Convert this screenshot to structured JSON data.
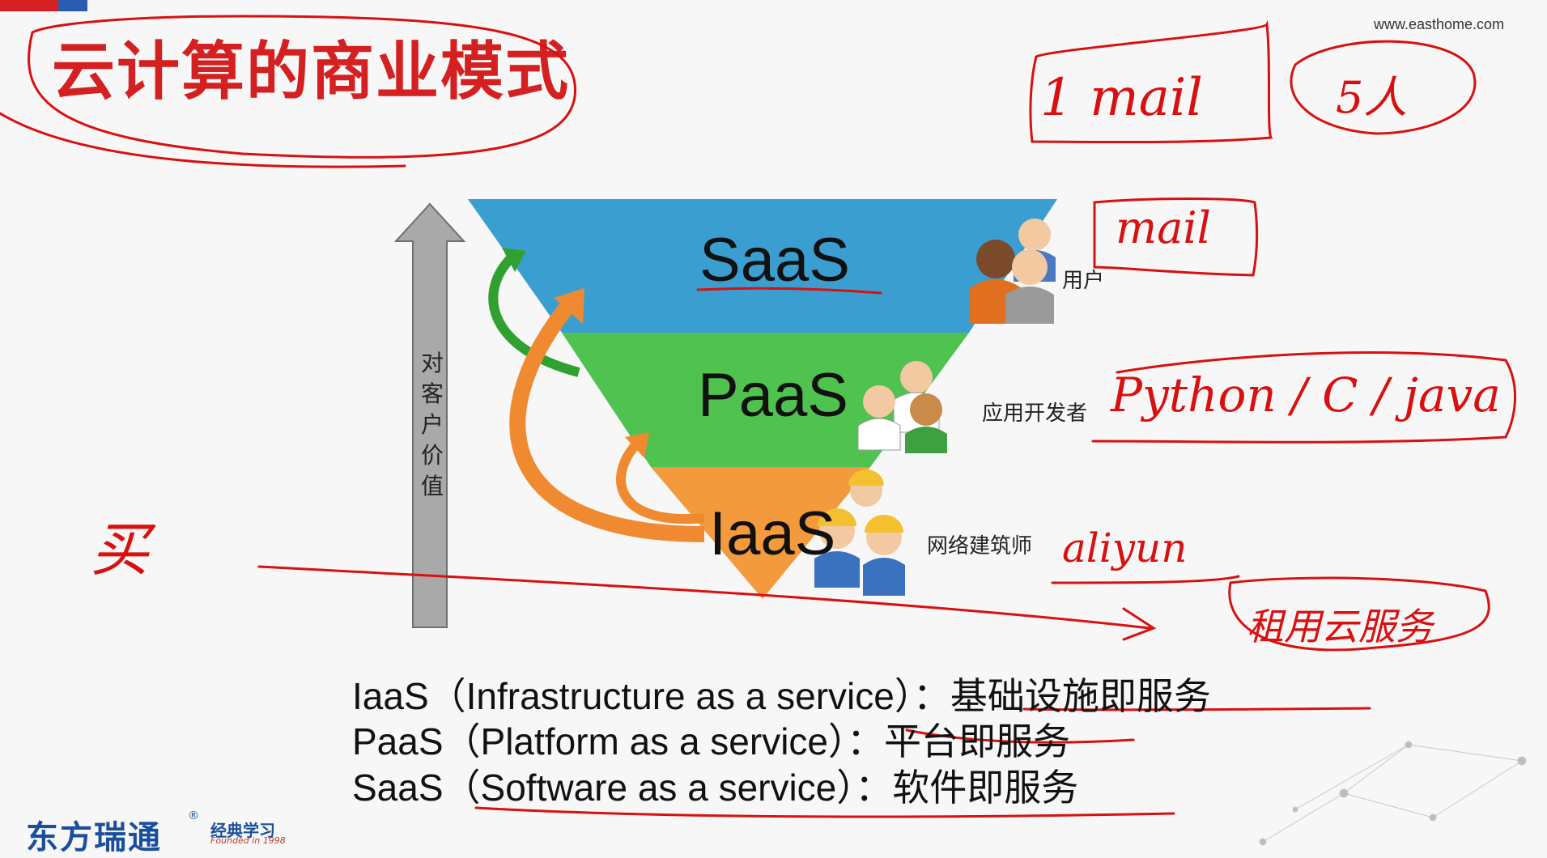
{
  "slide": {
    "title": "云计算的商业模式",
    "site_url": "www.easthome.com",
    "title_color": "#d42020",
    "corner_colors": [
      "#d42020",
      "#2a5db0"
    ]
  },
  "pyramid": {
    "layers": [
      {
        "label": "SaaS",
        "role": "用户",
        "color": "#3a9fd0"
      },
      {
        "label": "PaaS",
        "role": "应用开发者",
        "color": "#4fc24f"
      },
      {
        "label": "IaaS",
        "role": "网络建筑师",
        "color": "#f39a3c"
      }
    ],
    "value_axis_label": "对\n客\n户\n价\n值",
    "arrow_colors": [
      "#30a030",
      "#f08a30"
    ]
  },
  "definitions": [
    "IaaS（Infrastructure as a service）：基础设施即服务",
    "PaaS（Platform as a service）：平台即服务",
    "SaaS（Software as a service）：软件即服务"
  ],
  "annotations": {
    "note_top_right": "1 mail",
    "note_count": "5人",
    "note_mail": "mail",
    "note_languages": "Python / C / java",
    "note_provider": "aliyun",
    "note_buy": "买",
    "note_rent": "租用云服务",
    "ink_color": "#d81010"
  },
  "logo": {
    "company": "东方瑞通",
    "registered": "®",
    "sub_brand": "经典学习",
    "founded": "Founded in 1998"
  }
}
